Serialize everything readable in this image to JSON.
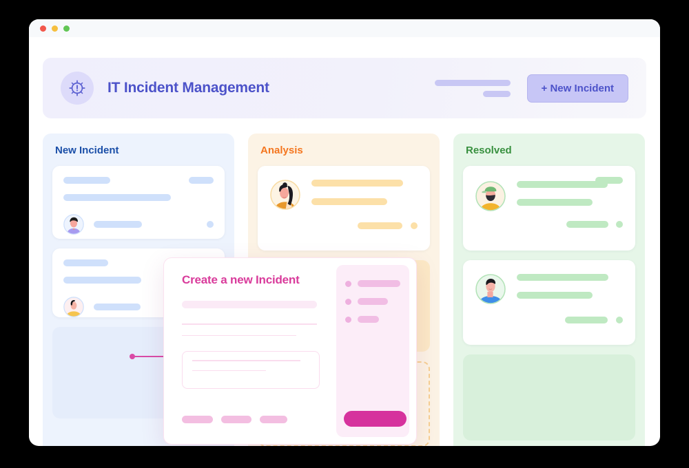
{
  "window": {
    "traffic_lights": [
      {
        "name": "close",
        "color": "#f2574b"
      },
      {
        "name": "minimize",
        "color": "#f6bf3f"
      },
      {
        "name": "maximize",
        "color": "#62c655"
      }
    ]
  },
  "header": {
    "icon": "alert-target-icon",
    "title": "IT Incident Management",
    "title_color": "#4c52c9",
    "new_incident_label": "+ New Incident",
    "new_incident_bg": "#c7c6f6"
  },
  "board": {
    "columns": [
      {
        "id": "new-incident",
        "title": "New Incident",
        "accent": "#1b4fa8",
        "bg": "#edf3fd",
        "bar_color": "#cfe0fb",
        "cards": [
          {
            "avatar": "avatar-curly-purple",
            "has_tag": true,
            "has_dot": true
          },
          {
            "avatar": "avatar-bun-yellow",
            "has_tag": false,
            "has_dot": false
          }
        ],
        "dropzone": true
      },
      {
        "id": "analysis",
        "title": "Analysis",
        "accent": "#f4761f",
        "bg": "#fcf3e5",
        "bar_color": "#fce0a8",
        "cards": [
          {
            "avatar": "avatar-woman-topknot",
            "has_tag": true,
            "has_dot": true
          }
        ],
        "solid_placeholder": true,
        "dashed_dropzone": true
      },
      {
        "id": "resolved",
        "title": "Resolved",
        "accent": "#38903f",
        "bg": "#e6f6e8",
        "bar_color": "#bfe9c2",
        "cards": [
          {
            "avatar": "avatar-cap-beard-yellow",
            "has_tag": true,
            "has_dot": true
          },
          {
            "avatar": "avatar-man-blue",
            "has_tag": true,
            "has_dot": true
          }
        ],
        "dropzone": true
      }
    ]
  },
  "modal": {
    "title": "Create a new Incident",
    "title_color": "#d93b9b",
    "accent": "#d6329d",
    "panel_bg": "#fcedf8",
    "fields": {
      "input_placeholder": "",
      "textarea_placeholder": ""
    },
    "side_items": [
      {
        "label": ""
      },
      {
        "label": ""
      },
      {
        "label": ""
      }
    ],
    "chips": [
      {
        "label": ""
      },
      {
        "label": ""
      },
      {
        "label": ""
      }
    ],
    "submit_label": ""
  }
}
